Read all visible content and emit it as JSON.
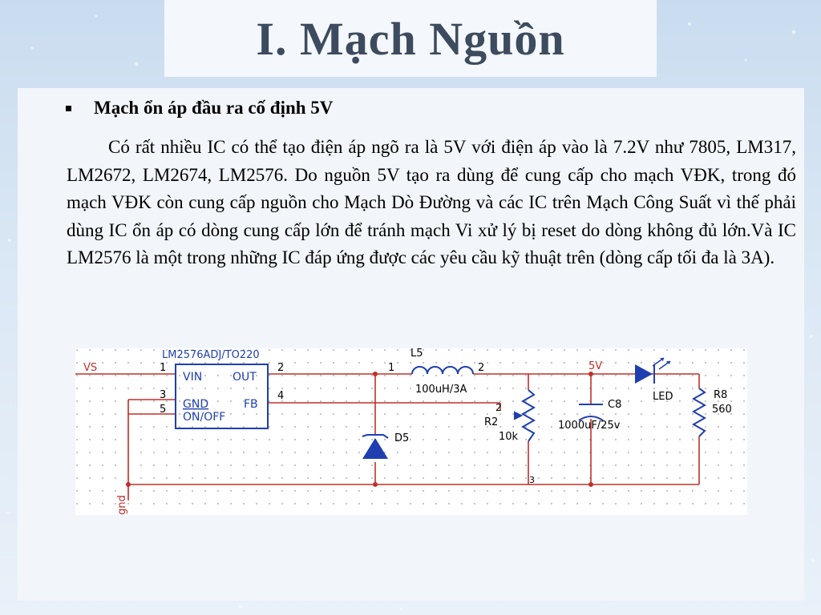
{
  "slide": {
    "title": "I. Mạch Nguồn",
    "bullet": "Mạch ổn áp đầu ra cố định 5V",
    "paragraph": "Có rất nhiều IC có thể tạo điện áp ngõ ra là 5V với điện áp vào là 7.2V như 7805, LM317, LM2672, LM2674, LM2576. Do nguồn 5V tạo ra dùng để cung cấp cho mạch VĐK, trong đó mạch VĐK còn cung cấp nguồn cho Mạch Dò Đường và các IC trên Mạch Công Suất vì thế phải dùng IC ổn áp có dòng cung cấp lớn để tránh mạch Vi xử lý bị reset do dòng không đủ lớn.Và IC LM2576 là một trong  những IC đáp ứng được các yêu cầu kỹ thuật trên (dòng cấp tối đa là 3A)."
  },
  "schematic": {
    "ic_label": "LM2576ADJ/TO220",
    "vs": "VS",
    "gnd": "gnd",
    "net_5v": "5V",
    "pin1": "1",
    "pin2": "2",
    "pin3": "3",
    "pin4": "4",
    "pin5": "5",
    "vin": "VIN",
    "out": "OUT",
    "ic_gnd": "GND",
    "fb": "FB",
    "onoff": "ON/OFF",
    "l5": "L5",
    "l5_pin1": "1",
    "l5_pin2": "2",
    "l5_value": "100uH/3A",
    "d5": "D5",
    "r2": "R2",
    "r2_value": "10k",
    "r2_pin2": "2",
    "r2_pin3": "3",
    "c8": "C8",
    "c8_value": "1000uF/25v",
    "led": "LED",
    "r8": "R8",
    "r8_value": "560",
    "colors": {
      "wire": "#c0302a",
      "component": "#1f3fb0",
      "dots": "#8a8a8a"
    }
  }
}
